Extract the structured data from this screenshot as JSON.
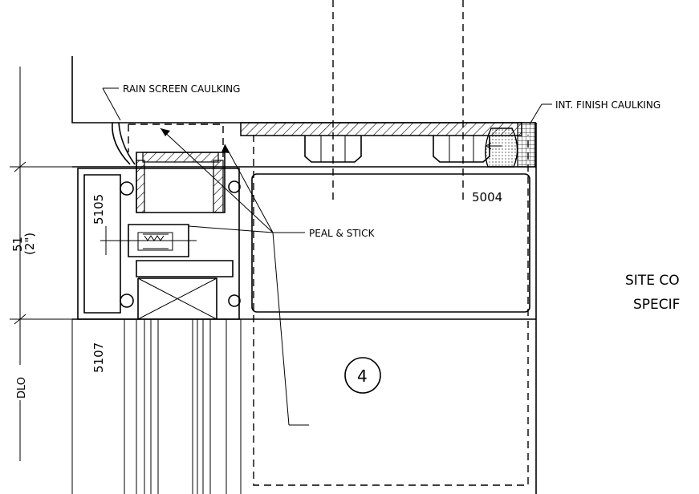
{
  "labels": {
    "rain_screen": "RAIN SCREEN CAULKING",
    "int_finish": "INT. FINISH CAULKING",
    "peal_stick": "PEAL & STICK",
    "part_5004": "5004",
    "part_5105": "5105",
    "part_5107": "5107",
    "detail_num": "4",
    "dim_value": "51",
    "dim_imperial": "(2\")",
    "dlo": "DLO",
    "site_line1": "SITE CO",
    "site_line2": "SPECIF"
  }
}
